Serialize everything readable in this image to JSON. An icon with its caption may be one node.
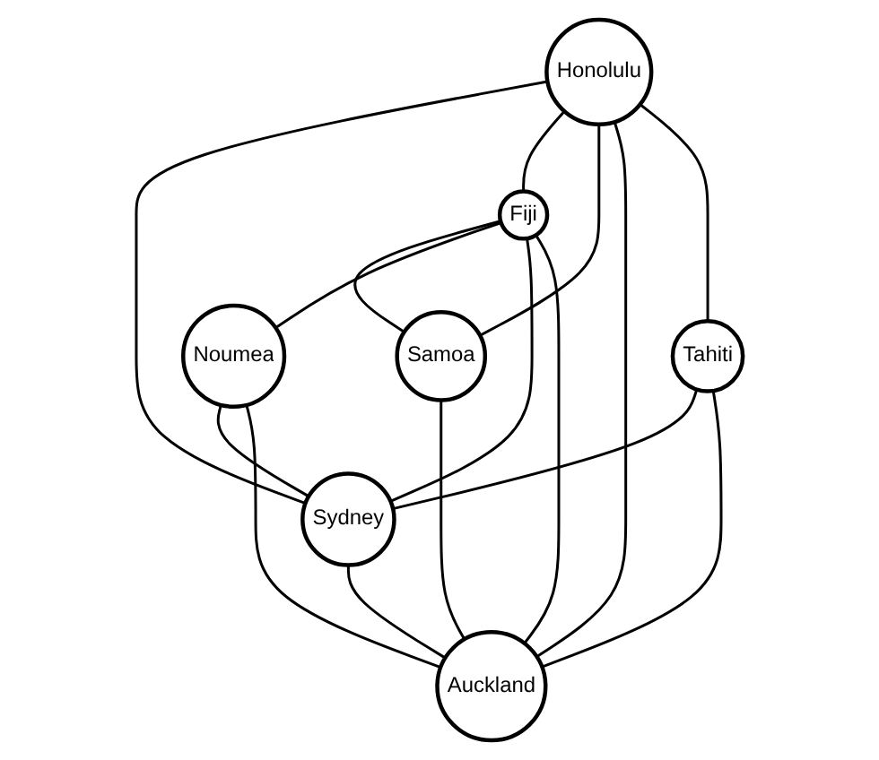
{
  "diagram": {
    "nodes": [
      {
        "text": [
          "Honolulu"
        ]
      },
      {
        "text": [
          "Samoa"
        ]
      },
      {
        "text": [
          "Fiji"
        ]
      },
      {
        "text": [
          "Tahiti"
        ]
      },
      {
        "text": [
          "Noumea"
        ]
      },
      {
        "text": [
          "Sydney"
        ]
      },
      {
        "text": [
          "Auckland"
        ]
      }
    ],
    "edges": [
      {
        "from": 0,
        "to": 5,
        "arrow": "none"
      },
      {
        "from": 0,
        "to": 2,
        "arrow": "none"
      },
      {
        "from": 0,
        "to": 1,
        "arrow": "none"
      },
      {
        "from": 0,
        "to": 6,
        "arrow": "none"
      },
      {
        "from": 0,
        "to": 3,
        "arrow": "none"
      },
      {
        "from": 2,
        "to": 1,
        "arrow": "none"
      },
      {
        "from": 2,
        "to": 4,
        "arrow": "none"
      },
      {
        "from": 2,
        "to": 5,
        "arrow": "none"
      },
      {
        "from": 2,
        "to": 6,
        "arrow": "none"
      },
      {
        "from": 1,
        "to": 6,
        "arrow": "none"
      },
      {
        "from": 3,
        "to": 5,
        "arrow": "none"
      },
      {
        "from": 3,
        "to": 6,
        "arrow": "none"
      },
      {
        "from": 4,
        "to": 5,
        "arrow": "none"
      },
      {
        "from": 4,
        "to": 6,
        "arrow": "none"
      },
      {
        "from": 5,
        "to": 6,
        "arrow": "none"
      }
    ]
  }
}
